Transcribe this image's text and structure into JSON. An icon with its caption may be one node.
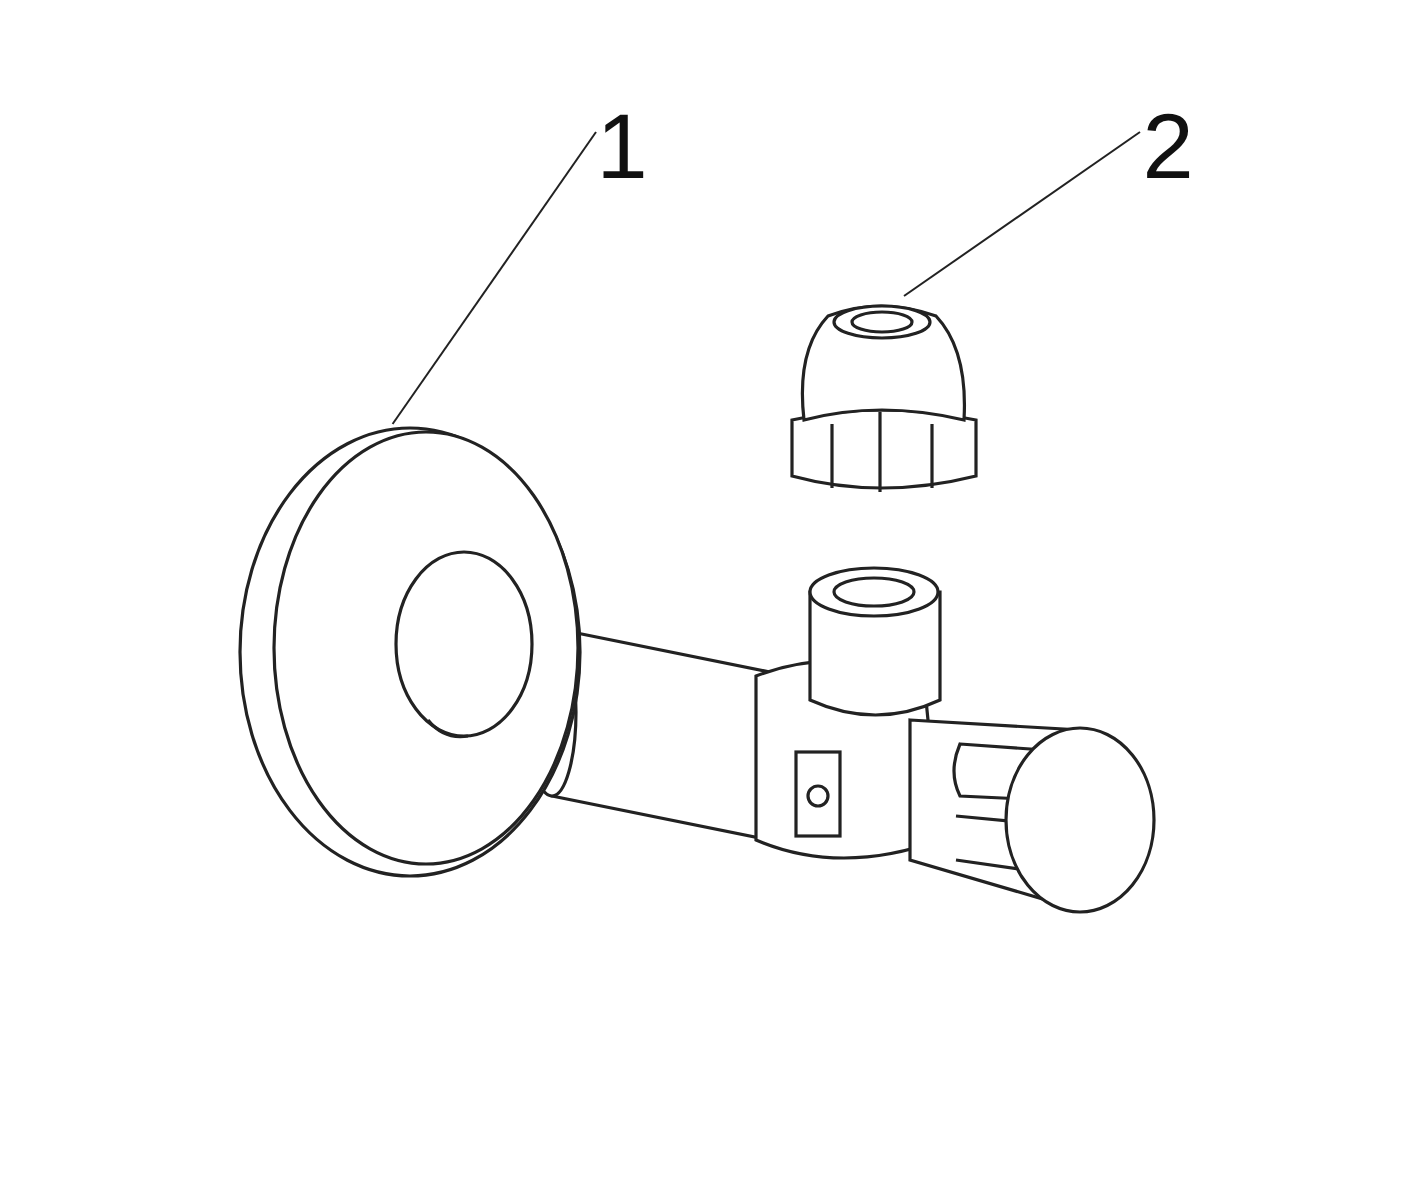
{
  "diagram": {
    "nodes": [
      {
        "text": [
          "1"
        ]
      },
      {
        "text": [
          "2"
        ]
      },
      {
        "text": [],
        "shape": "picture"
      },
      {
        "text": [],
        "shape": "picture"
      }
    ],
    "edges": [
      {
        "from": 0,
        "to": 2,
        "arrow": "none"
      },
      {
        "from": 1,
        "to": 3,
        "arrow": "none"
      }
    ]
  }
}
